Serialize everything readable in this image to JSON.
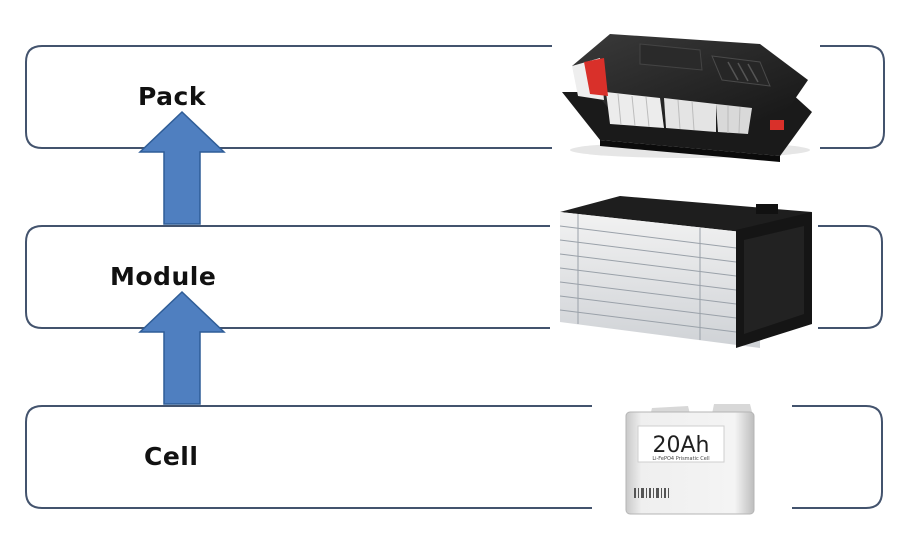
{
  "diagram": {
    "levels": [
      {
        "label": "Pack",
        "image": "battery-pack-image"
      },
      {
        "label": "Module",
        "image": "battery-module-image"
      },
      {
        "label": "Cell",
        "image": "battery-cell-image"
      }
    ],
    "cell_image_text": {
      "capacity": "20Ah",
      "caption": "Li-FePO4 Prismatic Cell"
    }
  },
  "colors": {
    "frame": "#43536d",
    "arrow_fill": "#4f7fc0",
    "arrow_stroke": "#2f5d97",
    "red_accent": "#d9302a"
  }
}
